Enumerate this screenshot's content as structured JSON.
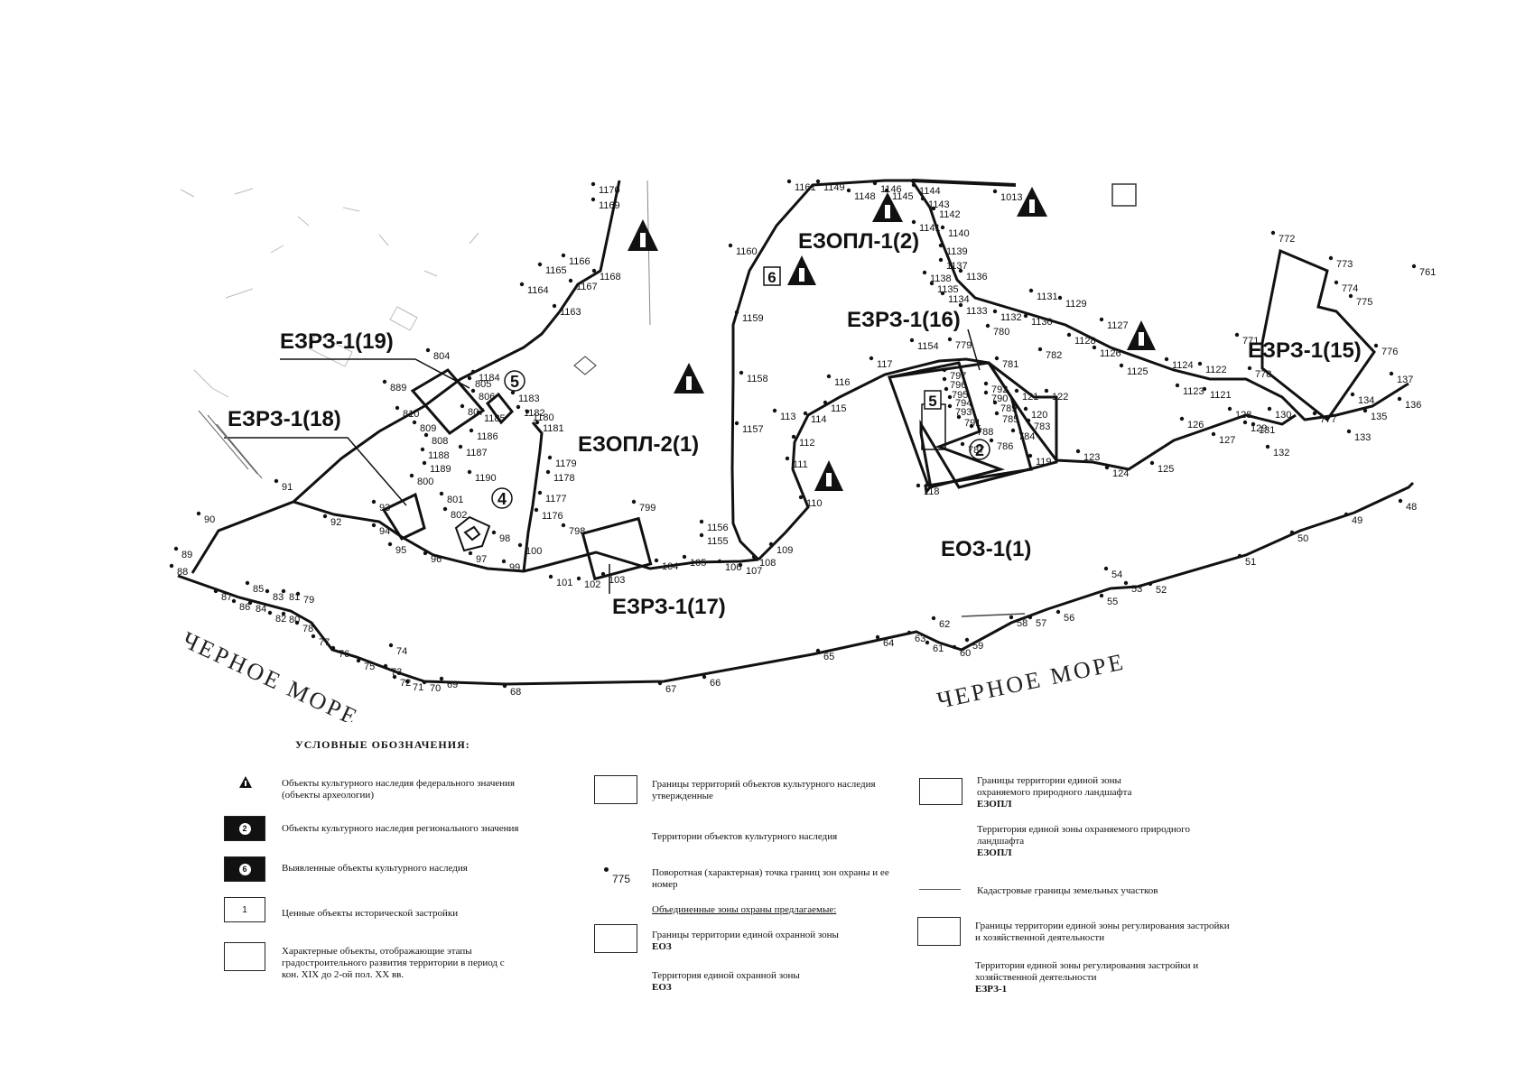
{
  "map": {
    "zones": {
      "ezopl_1_2": "ЕЗОПЛ-1(2)",
      "ezopl_2_1": "ЕЗОПЛ-2(1)",
      "ezrz_19": "ЕЗРЗ-1(19)",
      "ezrz_18": "ЕЗРЗ-1(18)",
      "ezrz_17": "ЕЗРЗ-1(17)",
      "ezrz_16": "ЕЗРЗ-1(16)",
      "ezrz_15": "ЕЗРЗ-1(15)",
      "eoz_1_1": "ЕОЗ-1(1)"
    },
    "sea_left": "ЧЕРНОЕ МОРЕ",
    "sea_right": "ЧЕРНОЕ МОРЕ",
    "markers": {
      "m2": "2",
      "m4": "4",
      "m5": "5",
      "m5b": "5",
      "m6": "6"
    },
    "points": [
      "1170",
      "1169",
      "1161",
      "1149",
      "1146",
      "1148",
      "1145",
      "1144",
      "1013",
      "1143",
      "1142",
      "1141",
      "1140",
      "1139",
      "1137",
      "1136",
      "1138",
      "1135",
      "1134",
      "1133",
      "1132",
      "1131",
      "1130",
      "1129",
      "1127",
      "1128",
      "1126",
      "1125",
      "1124",
      "1122",
      "1123",
      "1121",
      "1160",
      "1159",
      "1158",
      "1157",
      "1156",
      "1155",
      "1166",
      "1165",
      "1164",
      "1167",
      "1168",
      "1163",
      "804",
      "805",
      "806",
      "807",
      "808",
      "809",
      "810",
      "889",
      "1184",
      "1183",
      "1182",
      "1185",
      "1186",
      "1187",
      "1188",
      "1189",
      "1190",
      "1181",
      "1180",
      "1179",
      "1178",
      "1177",
      "1176",
      "800",
      "801",
      "802",
      "90",
      "89",
      "88",
      "87",
      "86",
      "85",
      "84",
      "83",
      "82",
      "81",
      "80",
      "79",
      "78",
      "77",
      "76",
      "75",
      "74",
      "73",
      "72",
      "71",
      "70",
      "69",
      "68",
      "67",
      "66",
      "65",
      "64",
      "63",
      "62",
      "61",
      "60",
      "59",
      "58",
      "57",
      "56",
      "55",
      "54",
      "53",
      "52",
      "51",
      "50",
      "49",
      "48",
      "91",
      "92",
      "93",
      "94",
      "95",
      "96",
      "97",
      "98",
      "99",
      "100",
      "101",
      "102",
      "103",
      "104",
      "105",
      "106",
      "107",
      "108",
      "109",
      "110",
      "111",
      "112",
      "113",
      "114",
      "115",
      "116",
      "117",
      "118",
      "119",
      "120",
      "121",
      "122",
      "123",
      "124",
      "125",
      "126",
      "127",
      "128",
      "129",
      "130",
      "131",
      "132",
      "133",
      "134",
      "135",
      "136",
      "137",
      "798",
      "799",
      "1154",
      "779",
      "780",
      "781",
      "782",
      "783",
      "784",
      "785",
      "786",
      "787",
      "788",
      "789",
      "790",
      "791",
      "792",
      "793",
      "794",
      "795",
      "796",
      "797",
      "772",
      "773",
      "774",
      "775",
      "776",
      "771",
      "777",
      "778",
      "761"
    ]
  },
  "legend": {
    "title": "УСЛОВНЫЕ ОБОЗНАЧЕНИЯ:",
    "federal": "Объекты культурного наследия федерального значения (объекты археологии)",
    "regional": "Объекты культурного наследия регионального значения",
    "identified": "Выявленные объекты культурного наследия",
    "valuable": "Ценные объекты исторической застройки",
    "characteristic": "Характерные объекты, отображающие этапы градостроительного развития территории в период с кон. XIX до 2-ой пол. XX вв.",
    "boundaries_approved": "Границы территорий объектов культурного наследия утвержденные",
    "territories": "Территории объектов культурного наследия",
    "turning_point": "Поворотная (характерная) точка границ зон охраны и ее номер",
    "turning_point_num": "775",
    "combined_header": "Объединенные зоны охраны предлагаемые:",
    "eoz_boundary": "Границы территории единой охранной зоны",
    "eoz_code": "ЕОЗ",
    "eoz_territory": "Территория единой охранной зоны",
    "eoz_code2": "ЕОЗ",
    "ezopl_boundary": "Границы территории единой зоны охраняемого природного ландшафта",
    "ezopl_code": "ЕЗОПЛ",
    "ezopl_territory": "Территория единой зоны охраняемого природного ландшафта",
    "ezopl_code2": "ЕЗОПЛ",
    "cadastral": "Кадастровые границы земельных участков",
    "ezrz_boundary": "Границы территории единой зоны регулирования застройки и хозяйственной деятельности",
    "ezrz_territory": "Территория единой зоны регулирования застройки и хозяйственной деятельности",
    "ezrz_code": "ЕЗРЗ-1",
    "regional_icon": "2",
    "identified_icon": "6",
    "valuable_icon": "1"
  }
}
